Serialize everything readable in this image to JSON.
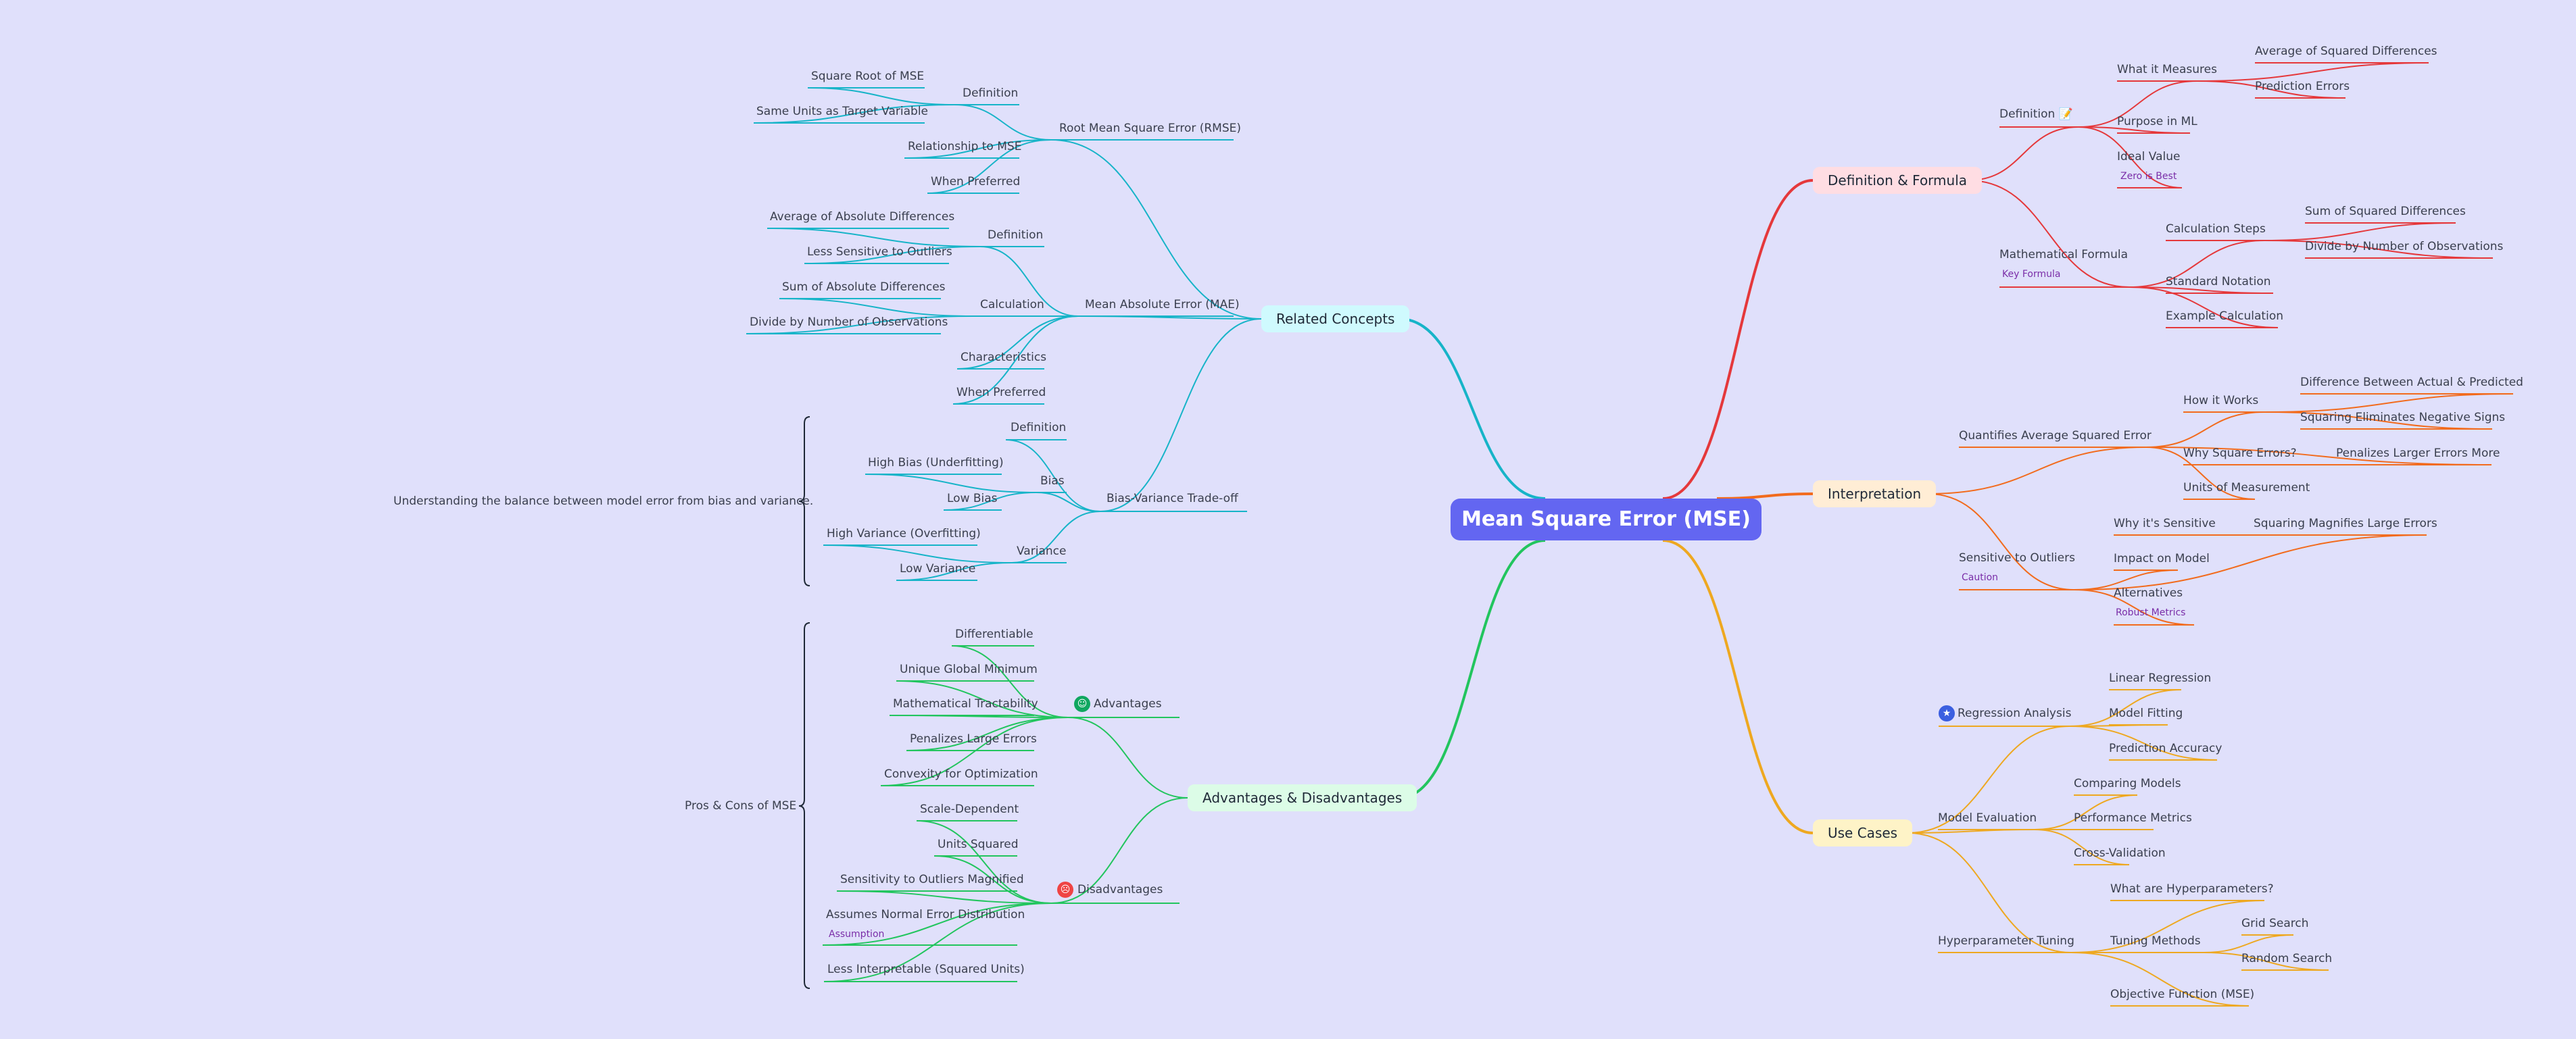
{
  "root": "Mean Square Error (MSE)",
  "colors": {
    "red": "#e5383b",
    "orange": "#f26b1d",
    "yellow": "#eea820",
    "teal": "#17b4c8",
    "green": "#22c55e"
  },
  "right": {
    "definition_formula": {
      "label": "Definition & Formula",
      "definition": {
        "label": "Definition",
        "emoji": "📝",
        "what_it_measures": {
          "label": "What it Measures",
          "items": [
            "Average of Squared Differences",
            "Prediction Errors"
          ]
        },
        "purpose": "Purpose in ML",
        "ideal_value": {
          "label": "Ideal Value",
          "tag": "Zero is Best"
        }
      },
      "formula": {
        "label": "Mathematical Formula",
        "tag": "Key Formula",
        "calc_steps": {
          "label": "Calculation Steps",
          "items": [
            "Sum of Squared Differences",
            "Divide by Number of Observations"
          ]
        },
        "notation": "Standard Notation",
        "example": "Example Calculation"
      }
    },
    "interpretation": {
      "label": "Interpretation",
      "quantifies": {
        "label": "Quantifies Average Squared Error",
        "how_it_works": {
          "label": "How it Works",
          "items": [
            "Difference Between Actual & Predicted",
            "Squaring Eliminates Negative Signs"
          ]
        },
        "why_squared": {
          "label": "Why Square Errors?",
          "item": "Penalizes Larger Errors More"
        },
        "units": "Units of Measurement"
      },
      "sensitive": {
        "label": "Sensitive to Outliers",
        "tag": "Caution",
        "why_sensitive": {
          "label": "Why it's Sensitive",
          "item": "Squaring Magnifies Large Errors"
        },
        "impact": "Impact on Model",
        "alternatives": {
          "label": "Alternatives",
          "tag": "Robust Metrics"
        }
      }
    },
    "use_cases": {
      "label": "Use Cases",
      "regression": {
        "label": "Regression Analysis",
        "icon": "★",
        "items": [
          "Linear Regression",
          "Model Fitting",
          "Prediction Accuracy"
        ]
      },
      "evaluation": {
        "label": "Model Evaluation",
        "items": [
          "Comparing Models",
          "Performance Metrics",
          "Cross-Validation"
        ]
      },
      "tuning": {
        "label": "Hyperparameter Tuning",
        "what": "What are Hyperparameters?",
        "methods": {
          "label": "Tuning Methods",
          "items": [
            "Grid Search",
            "Random Search"
          ]
        },
        "objective": "Objective Function (MSE)"
      }
    }
  },
  "left": {
    "related": {
      "label": "Related Concepts",
      "rmse": {
        "label": "Root Mean Square Error (RMSE)",
        "definition": {
          "label": "Definition",
          "items": [
            "Square Root of MSE",
            "Same Units as Target Variable"
          ]
        },
        "relationship": "Relationship to MSE",
        "when": "When Preferred"
      },
      "mae": {
        "label": "Mean Absolute Error (MAE)",
        "definition": {
          "label": "Definition",
          "items": [
            "Average of Absolute Differences",
            "Less Sensitive to Outliers"
          ]
        },
        "calculation": {
          "label": "Calculation",
          "items": [
            "Sum of Absolute Differences",
            "Divide by Number of Observations"
          ]
        },
        "characteristics": "Characteristics",
        "when": "When Preferred"
      },
      "biasvar": {
        "label": "Bias-Variance Trade-off",
        "definition": "Definition",
        "bias": {
          "label": "Bias",
          "items": [
            "High Bias (Underfitting)",
            "Low Bias"
          ]
        },
        "variance": {
          "label": "Variance",
          "items": [
            "High Variance (Overfitting)",
            "Low Variance"
          ]
        },
        "summary": "Understanding the balance between model error from bias and variance."
      }
    },
    "advdis": {
      "label": "Advantages & Disadvantages",
      "adv": {
        "label": "Advantages",
        "icon": "☺",
        "items": [
          "Differentiable",
          "Unique Global Minimum",
          "Mathematical Tractability",
          "Penalizes Large Errors",
          "Convexity for Optimization"
        ]
      },
      "dis": {
        "label": "Disadvantages",
        "icon": "☹",
        "items": [
          "Scale-Dependent",
          "Units Squared",
          "Sensitivity to Outliers Magnified",
          "Assumes Normal Error Distribution",
          "Less Interpretable (Squared Units)"
        ],
        "tag": "Assumption"
      },
      "summary": "Pros & Cons of MSE"
    }
  }
}
